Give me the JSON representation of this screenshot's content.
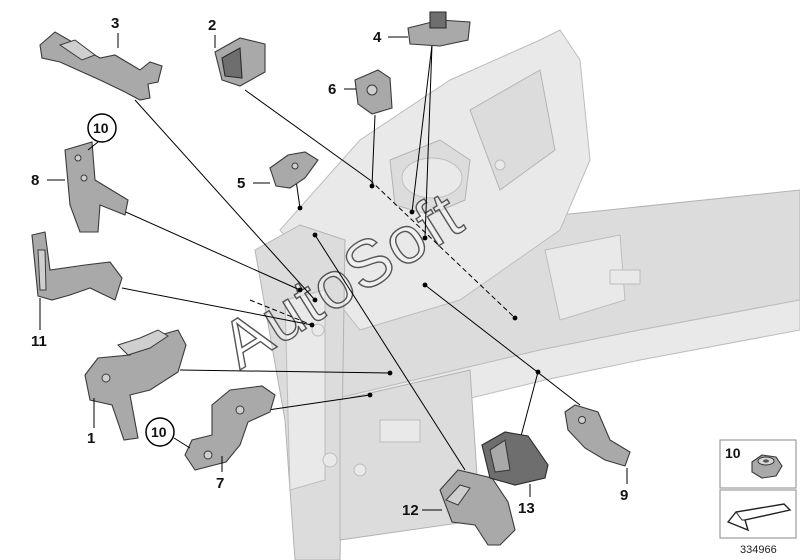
{
  "diagram_number": "334966",
  "watermark": "AutoSoft",
  "callouts": [
    {
      "id": "c1",
      "label": "1"
    },
    {
      "id": "c2",
      "label": "2"
    },
    {
      "id": "c3",
      "label": "3"
    },
    {
      "id": "c4",
      "label": "4"
    },
    {
      "id": "c5",
      "label": "5"
    },
    {
      "id": "c6",
      "label": "6"
    },
    {
      "id": "c7",
      "label": "7"
    },
    {
      "id": "c8",
      "label": "8"
    },
    {
      "id": "c9",
      "label": "9"
    },
    {
      "id": "c10a",
      "label": "10",
      "circled": true
    },
    {
      "id": "c10b",
      "label": "10",
      "circled": true
    },
    {
      "id": "c11",
      "label": "11"
    },
    {
      "id": "c12",
      "label": "12"
    },
    {
      "id": "c13",
      "label": "13"
    }
  ],
  "legend_box": {
    "label": "10",
    "part": "nut",
    "arrow": "wedge-arrow"
  }
}
